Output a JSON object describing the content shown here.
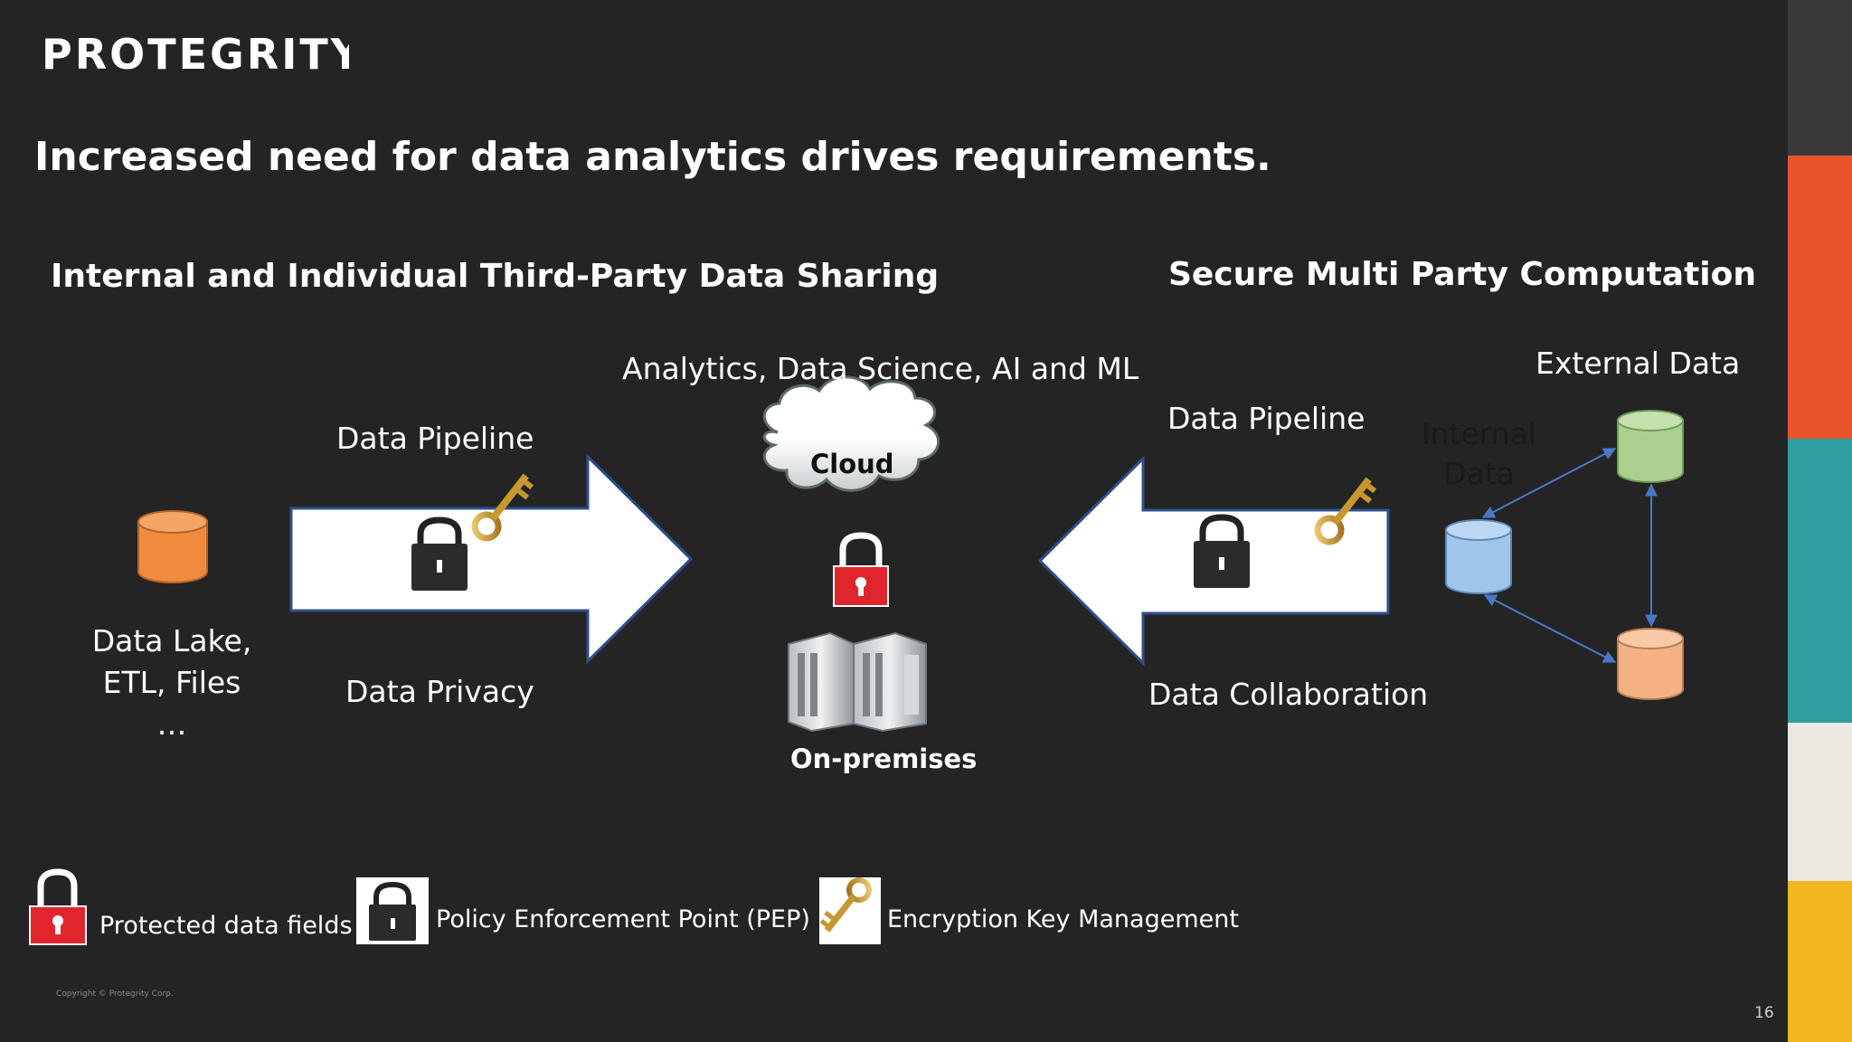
{
  "brand": {
    "logo_text": "PROTEGRITY",
    "logo_color": "#ffffff",
    "accent_color": "#e8272f"
  },
  "slide": {
    "title": "Increased need for data analytics drives requirements.",
    "page_number": "16",
    "copyright": "Copyright © Protegrity Corp."
  },
  "left_section": {
    "heading": "Internal and Individual Third-Party Data Sharing",
    "pipeline_label": "Data Pipeline",
    "privacy_label": "Data Privacy",
    "source_label_line1": "Data Lake,",
    "source_label_line2": "ETL, Files",
    "source_label_line3": "…"
  },
  "center": {
    "analytics_label": "Analytics, Data Science, AI and ML",
    "cloud_label": "Cloud",
    "onprem_label": "On-premises"
  },
  "right_section": {
    "heading": "Secure Multi Party Computation",
    "pipeline_label": "Data Pipeline",
    "collaboration_label": "Data Collaboration",
    "external_label": "External Data",
    "internal_label_line1": "Internal",
    "internal_label_line2": "Data"
  },
  "legend": {
    "protected": "Protected data fields",
    "pep": "Policy Enforcement Point (PEP)",
    "key_mgmt": "Encryption Key Management"
  },
  "colors": {
    "background": "#242424",
    "stripe": [
      "#3a3a3a",
      "#e8532a",
      "#2f9ea0",
      "#ece8e1",
      "#f4b523"
    ],
    "lake_db": "#f08a3c",
    "internal_db": "#9fc5ea",
    "external_db": "#a9d08e",
    "third_db": "#f4b183",
    "padlock_red": "#e0262c"
  }
}
